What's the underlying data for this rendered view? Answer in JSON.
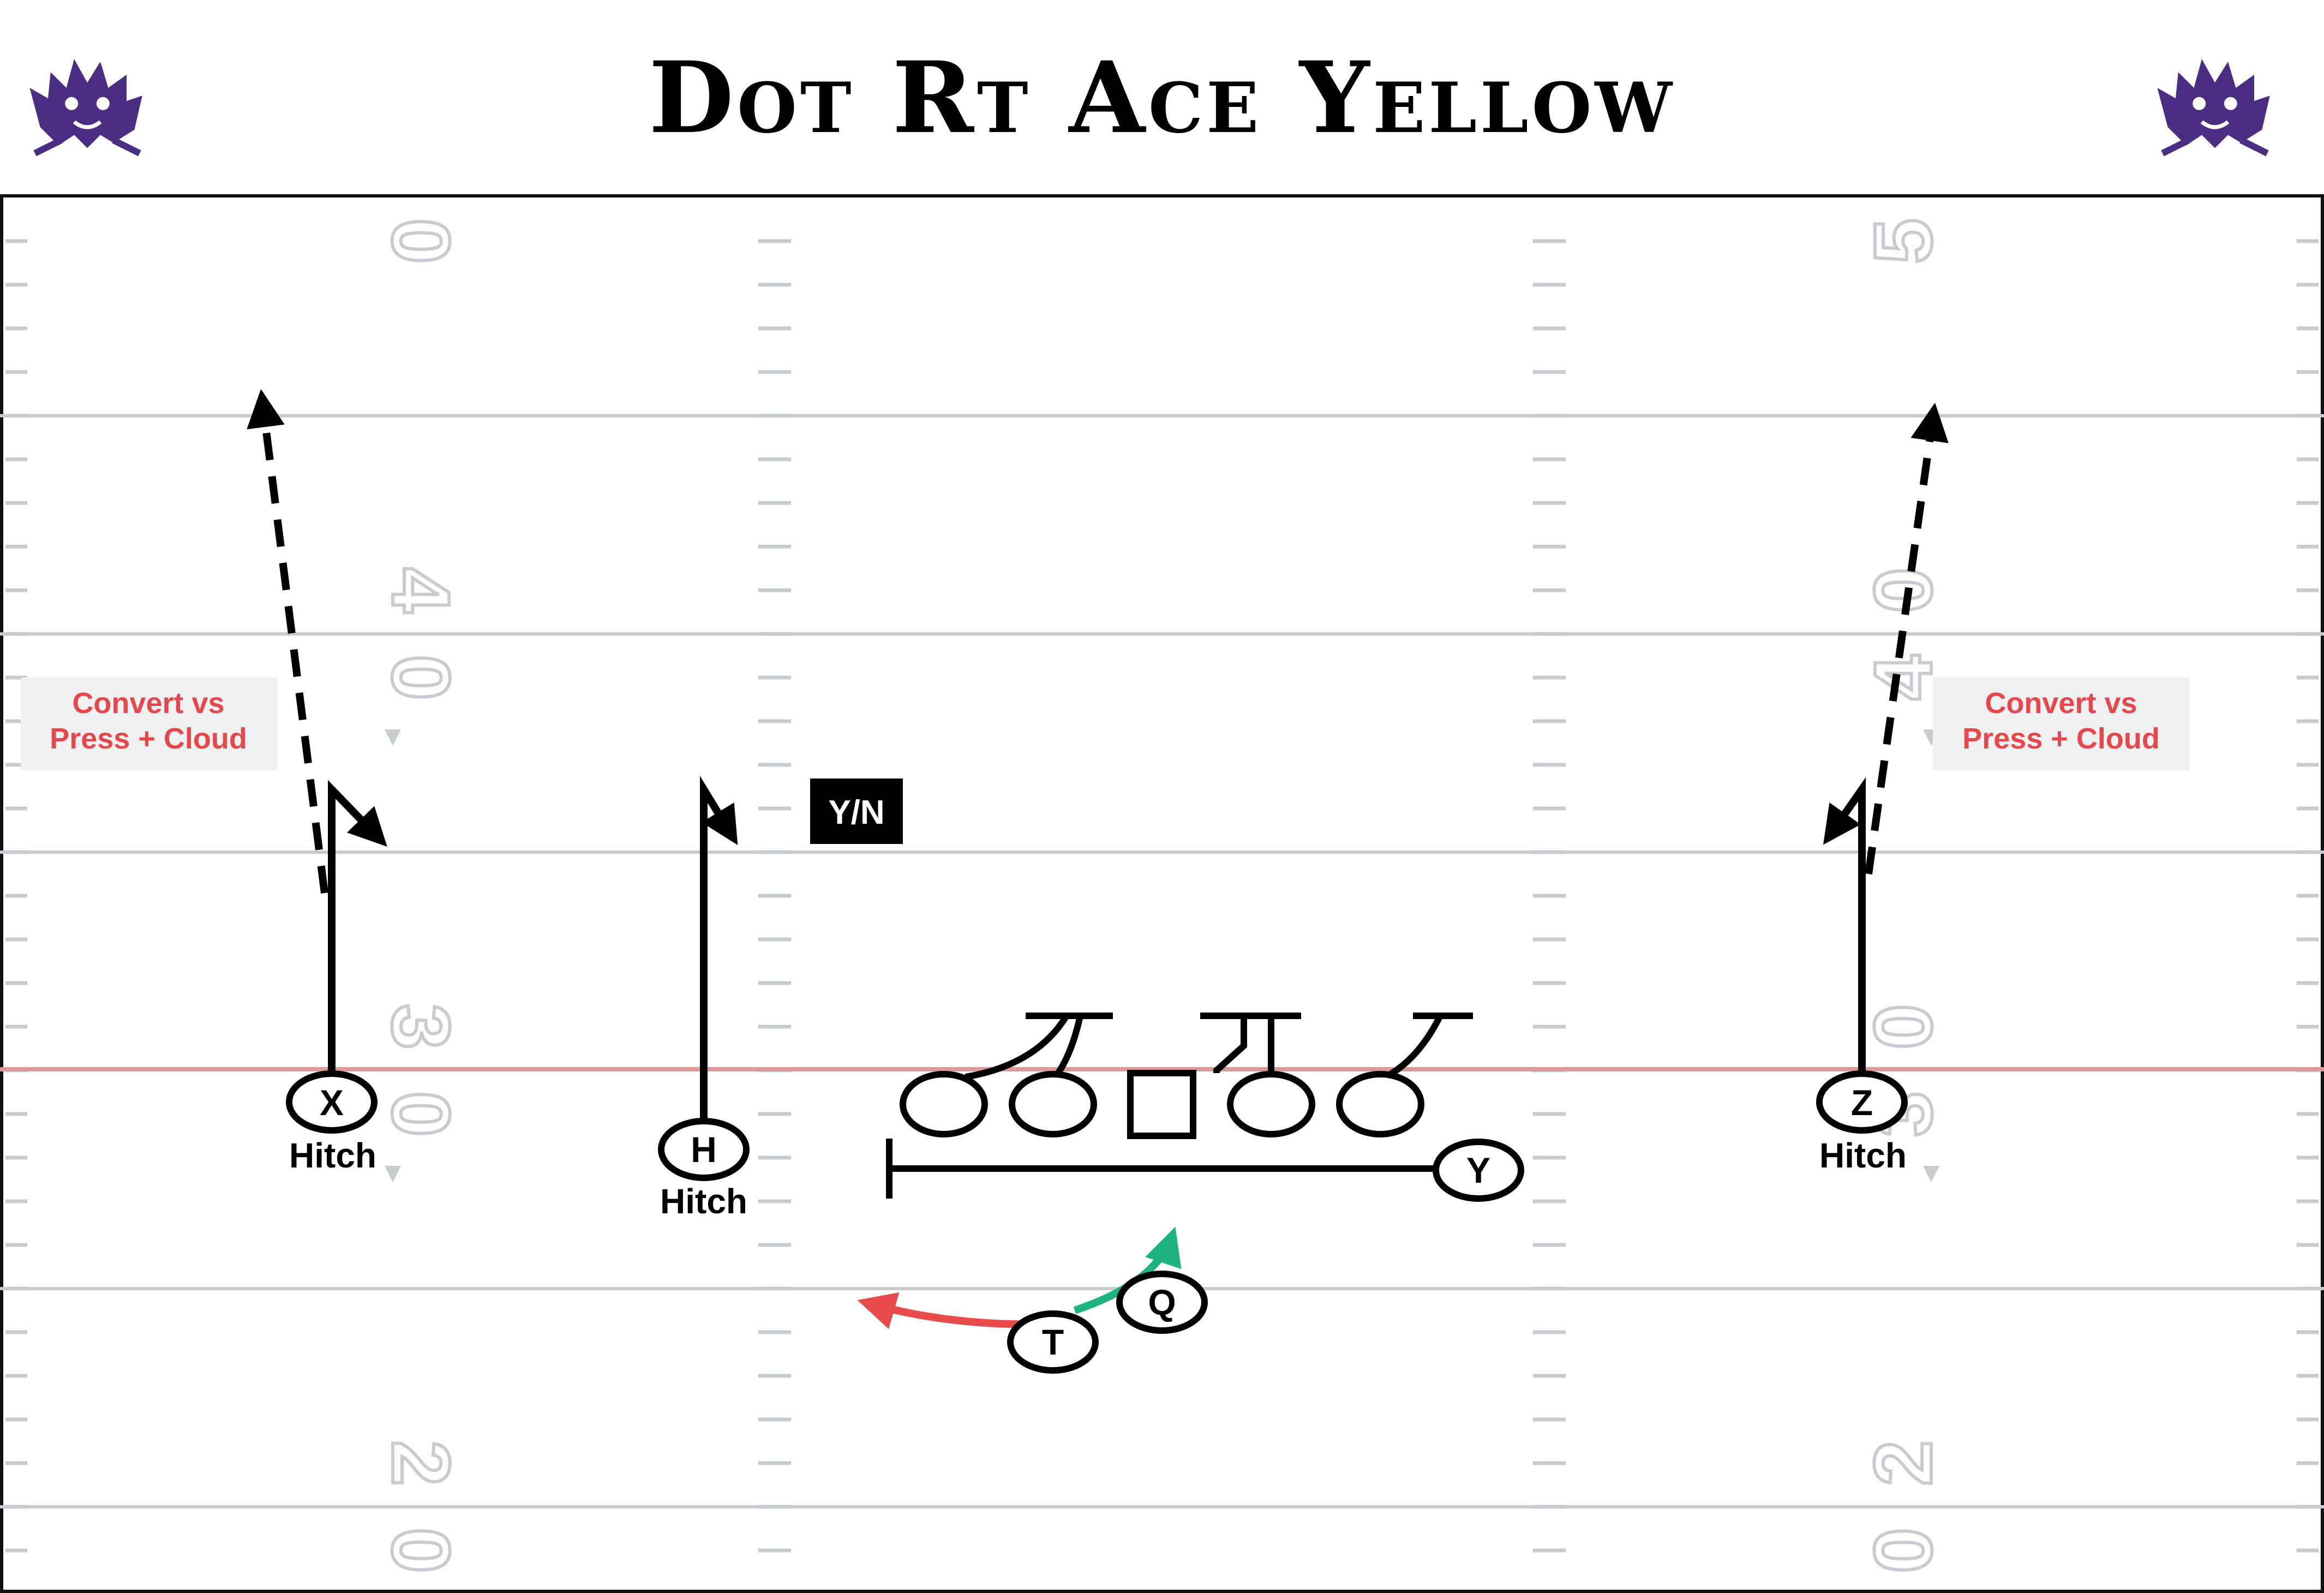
{
  "title": "Dot Rt Ace Yellow",
  "colors": {
    "line": "#000000",
    "field_line": "#c8cbd0",
    "scrimmage": "#d99a9a",
    "note_text": "#e5474b",
    "note_bg": "#eef0f2",
    "red_route": "#e84b4b",
    "green_route": "#1fb382",
    "logo": "#4b2e83"
  },
  "field_numbers": {
    "left": [
      "0",
      "4",
      "0",
      "3",
      "0",
      "2",
      "0"
    ],
    "right": [
      "5",
      "0",
      "4",
      "0",
      "3",
      "2",
      "0"
    ]
  },
  "players": {
    "X": "X",
    "H": "H",
    "Z": "Z",
    "Y": "Y",
    "T": "T",
    "Q": "Q"
  },
  "routes": {
    "x": "Hitch",
    "h": "Hitch",
    "z": "Hitch"
  },
  "notes": {
    "left": [
      "Convert vs",
      "Press + Cloud"
    ],
    "right": [
      "Convert vs",
      "Press + Cloud"
    ]
  },
  "tag": "Y/N",
  "logo_icon": "horned-frog-logo-icon"
}
